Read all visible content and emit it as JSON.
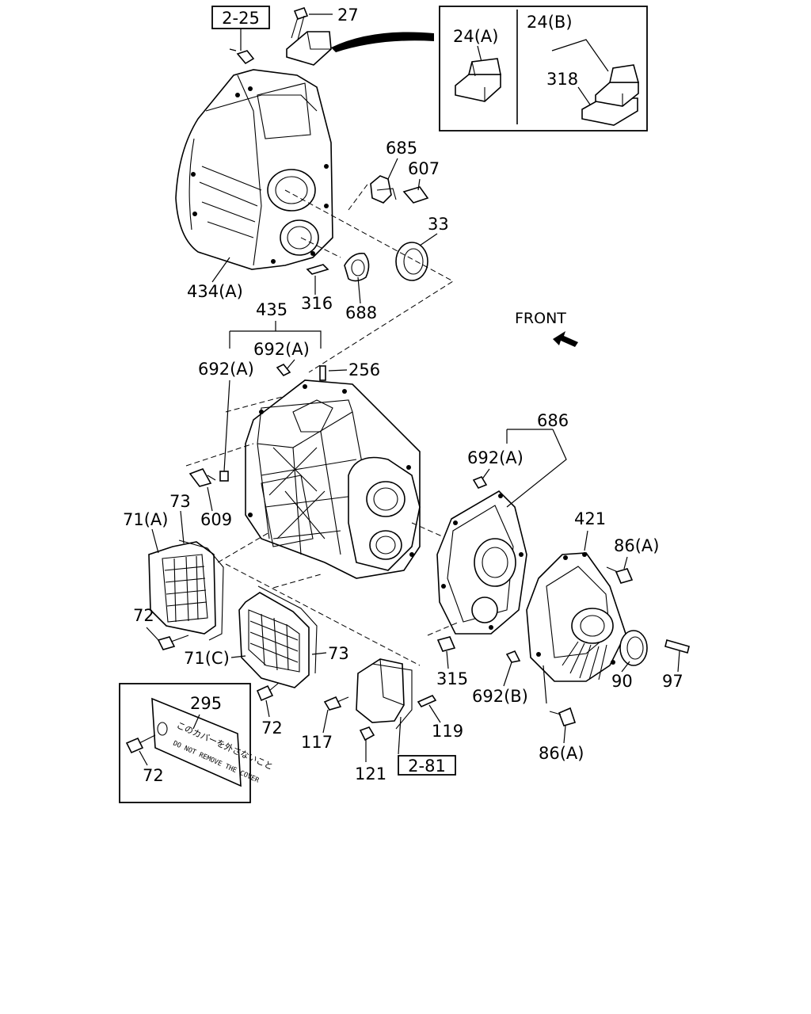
{
  "refs": {
    "ref_2_25": "2-25",
    "ref_2_81": "2-81"
  },
  "inset": {
    "variant_a": "24(A)",
    "variant_b": "24(B)",
    "gasket": "318"
  },
  "direction": {
    "front_label": "FRONT"
  },
  "callouts": {
    "p27": "27",
    "p685": "685",
    "p607": "607",
    "p33": "33",
    "p434a": "434(A)",
    "p316": "316",
    "p688": "688",
    "p435": "435",
    "p692a_top": "692(A)",
    "p692a_left": "692(A)",
    "p256": "256",
    "p686": "686",
    "p692a_right": "692(A)",
    "p609": "609",
    "p73_left": "73",
    "p71a": "71(A)",
    "p421": "421",
    "p86a_top": "86(A)",
    "p72_left": "72",
    "p71c": "71(C)",
    "p73_mid": "73",
    "p315": "315",
    "p692b": "692(B)",
    "p90": "90",
    "p97": "97",
    "p295": "295",
    "p72_mid": "72",
    "p117": "117",
    "p119": "119",
    "p121": "121",
    "p86a_bottom": "86(A)",
    "p72_box": "72"
  },
  "caution_plate": {
    "jp_text": "このカバーを外さないこと",
    "en_text": "DO NOT REMOVE THE COVER"
  }
}
